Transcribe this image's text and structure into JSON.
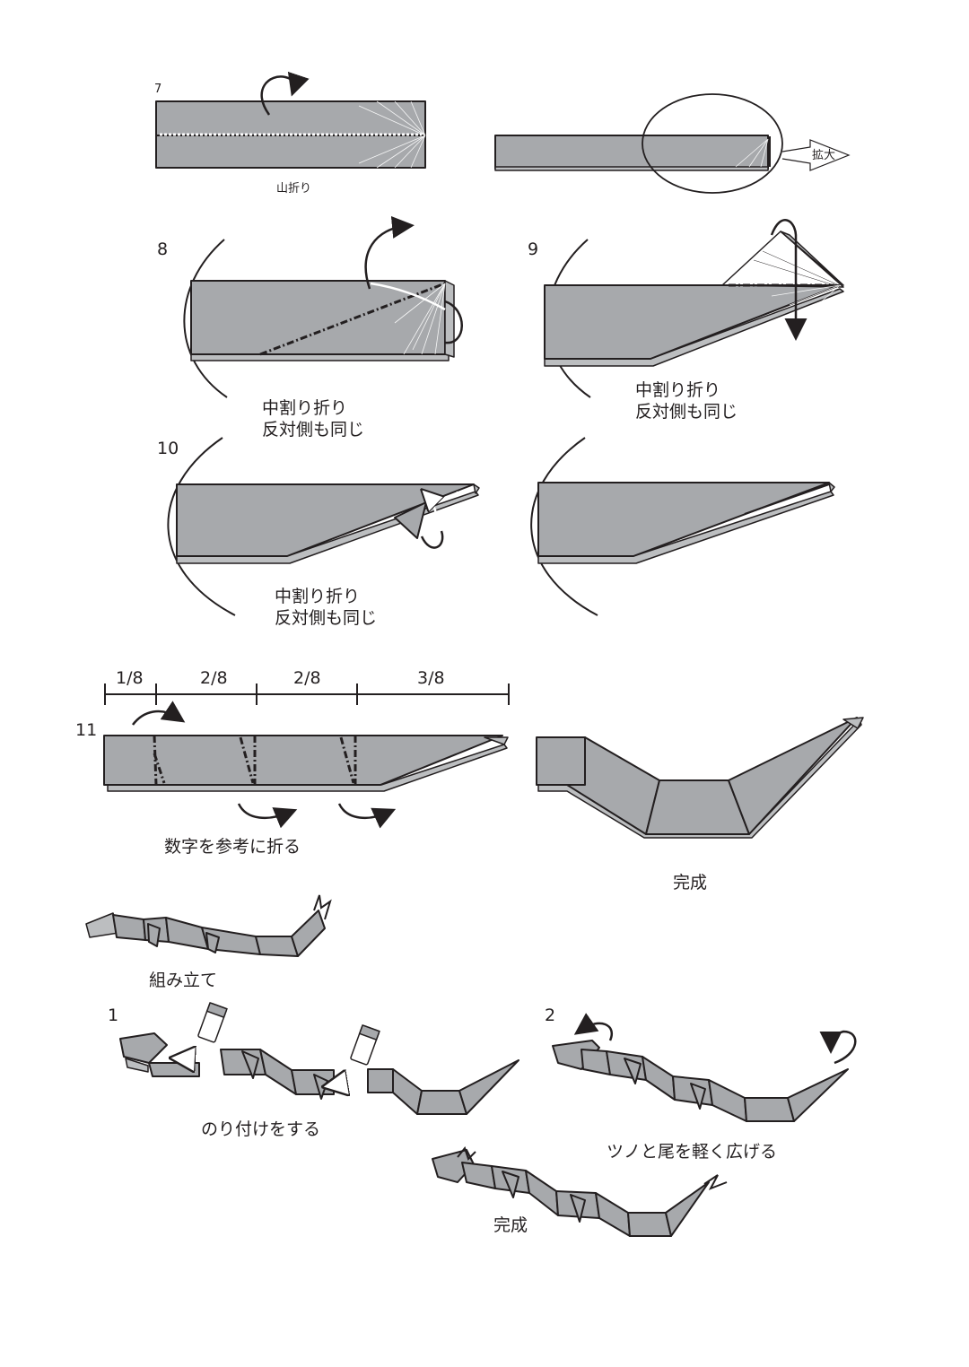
{
  "steps": {
    "s7": {
      "number": "7",
      "caption": "山折り",
      "zoom_label": "拡大"
    },
    "s8": {
      "number": "8",
      "caption_line1": "中割り折り",
      "caption_line2": "反対側も同じ"
    },
    "s9": {
      "number": "9",
      "caption_line1": "中割り折り",
      "caption_line2": "反対側も同じ"
    },
    "s10": {
      "number": "10",
      "caption_line1": "中割り折り",
      "caption_line2": "反対側も同じ"
    },
    "s11": {
      "number": "11",
      "ruler": [
        "1/8",
        "2/8",
        "2/8",
        "3/8"
      ],
      "caption": "数字を参考に折る",
      "result_caption": "完成"
    }
  },
  "assembly": {
    "title": "組み立て",
    "a1": {
      "number": "1",
      "caption": "のり付けをする"
    },
    "a2": {
      "number": "2",
      "caption": "ツノと尾を軽く広げる"
    },
    "final_caption": "完成"
  },
  "colors": {
    "paper": "#a7a9ac",
    "line": "#231f20"
  }
}
